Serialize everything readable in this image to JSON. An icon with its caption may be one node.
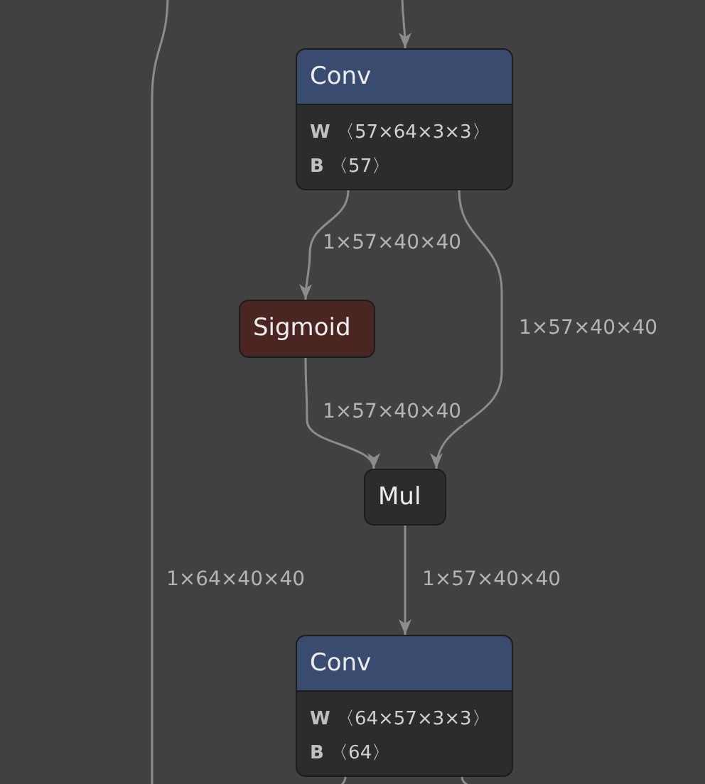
{
  "diagram": {
    "nodes": [
      {
        "text": [
          "Conv",
          "**W** 〈57×64×3×3〉",
          "**B** 〈57〉"
        ]
      },
      {
        "text": [
          "Sigmoid"
        ]
      },
      {
        "text": [
          "Mul"
        ]
      },
      {
        "text": [
          "Conv",
          "**W** 〈64×57×3×3〉",
          "**B** 〈64〉"
        ]
      }
    ],
    "edges": [
      {
        "from": null,
        "to": 0,
        "arrow": "to"
      },
      {
        "from": 0,
        "to": 1,
        "label": "1×57×40×40",
        "arrow": "to"
      },
      {
        "from": 0,
        "to": 2,
        "label": "1×57×40×40",
        "arrow": "to"
      },
      {
        "from": 1,
        "to": 2,
        "label": "1×57×40×40",
        "arrow": "to"
      },
      {
        "from": 2,
        "to": 3,
        "label": "1×57×40×40",
        "arrow": "to"
      },
      {
        "from": 3,
        "to": null,
        "arrow": "none"
      },
      {
        "from": 3,
        "to": null,
        "arrow": "none"
      }
    ],
    "labels": [
      "1×64×40×40"
    ]
  }
}
